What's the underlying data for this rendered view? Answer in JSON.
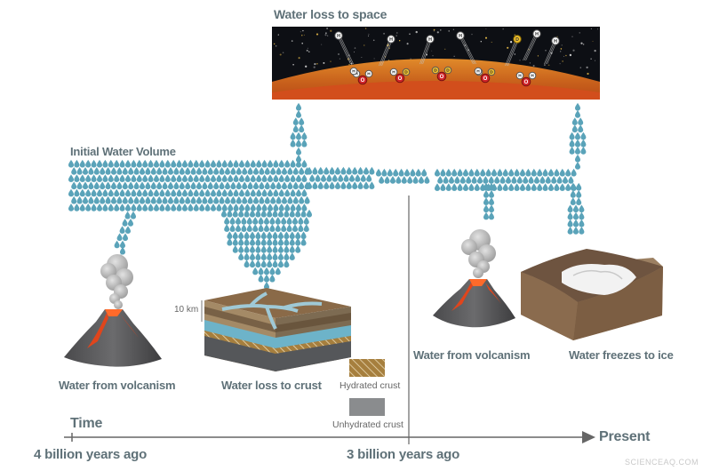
{
  "labels": {
    "water_loss_to_space": "Water loss to space",
    "initial_water_volume": "Initial Water Volume",
    "water_from_volcanism_left": "Water from volcanism",
    "water_loss_to_crust": "Water loss to crust",
    "depth_marker": "10 km",
    "hydrated_crust": "Hydrated crust",
    "unhydrated_crust": "Unhydrated crust",
    "water_from_volcanism_right": "Water from volcanism",
    "water_freezes_to_ice": "Water freezes to ice"
  },
  "timeline": {
    "title": "Time",
    "start": "4 billion years ago",
    "middle": "3 billion years ago",
    "end": "Present"
  },
  "molecules": {
    "hydrogen": "H",
    "deuterium": "D",
    "oxygen": "O"
  },
  "watermark": "SCIENCEAQ.COM",
  "colors": {
    "water_drop": "#5aa3b9",
    "label_text": "#5f7178",
    "hydrated_crust": "#a07a3c",
    "unhydrated_crust": "#8a8c8e",
    "space_bg": "#0d0f14",
    "atmosphere": "#c96a1e"
  }
}
